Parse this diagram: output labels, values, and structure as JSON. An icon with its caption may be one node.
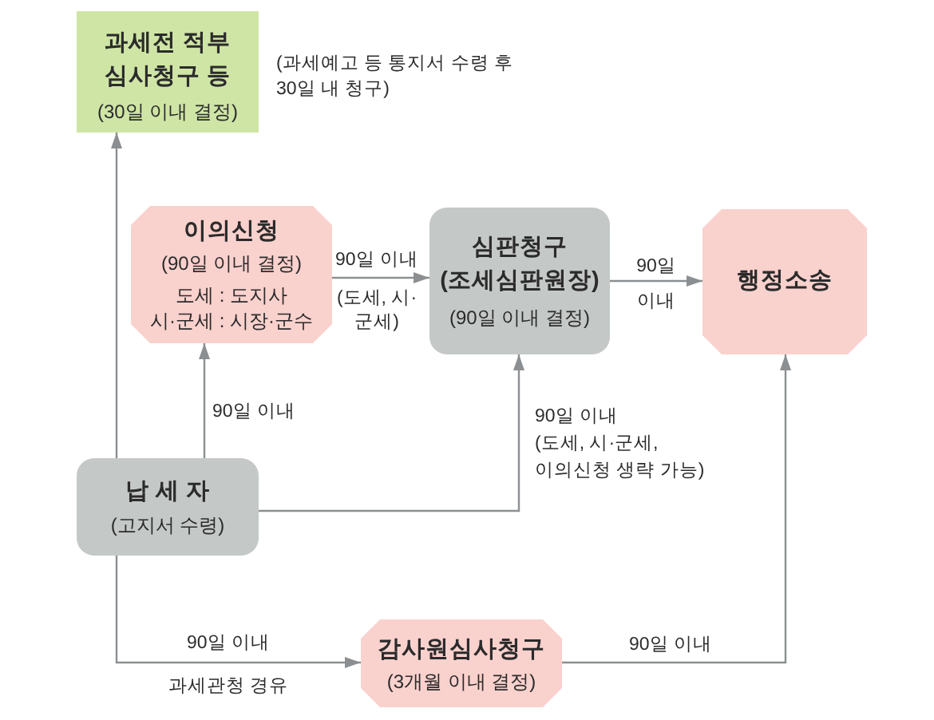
{
  "diagram": {
    "nodes": [
      {
        "text": [
          "과세전 적부 심사청구 등",
          "(30일 이내 결정)"
        ],
        "beside": [
          "(과세예고 등 통지서 수령 후 30일 내 청구)"
        ]
      },
      {
        "text": [
          "이의신청",
          "(90일 이내 결정)",
          "도세 : 도지사",
          "시·군세 : 시장·군수"
        ]
      },
      {
        "text": [
          "심판청구 (조세심판원장)",
          "(90일 이내 결정)"
        ]
      },
      {
        "text": [
          "행정소송"
        ]
      },
      {
        "text": [
          "납 세 자",
          "(고지서 수령)"
        ]
      },
      {
        "text": [
          "감사원심사청구",
          "(3개월 이내 결정)"
        ]
      }
    ],
    "edges": [
      {
        "from": 4,
        "to": 0,
        "arrow": "to"
      },
      {
        "from": 4,
        "to": 1,
        "arrow": "to",
        "label": "90일 이내"
      },
      {
        "from": 1,
        "to": 2,
        "arrow": "to",
        "label": "90일 이내"
      },
      {
        "from": 2,
        "to": 3,
        "arrow": "to",
        "label": "90일 이내"
      },
      {
        "from": 4,
        "to": 2,
        "arrow": "to",
        "label": "90일 이내"
      },
      {
        "from": 4,
        "to": 5,
        "arrow": "to",
        "label": "90일 이내"
      },
      {
        "from": 5,
        "to": 3,
        "arrow": "to",
        "label": "90일 이내"
      }
    ],
    "labels": [
      "(도세, 시· 군세)",
      "(도세, 시·군세, 이의신청 생략 가능)",
      "과세관청 경유"
    ]
  }
}
